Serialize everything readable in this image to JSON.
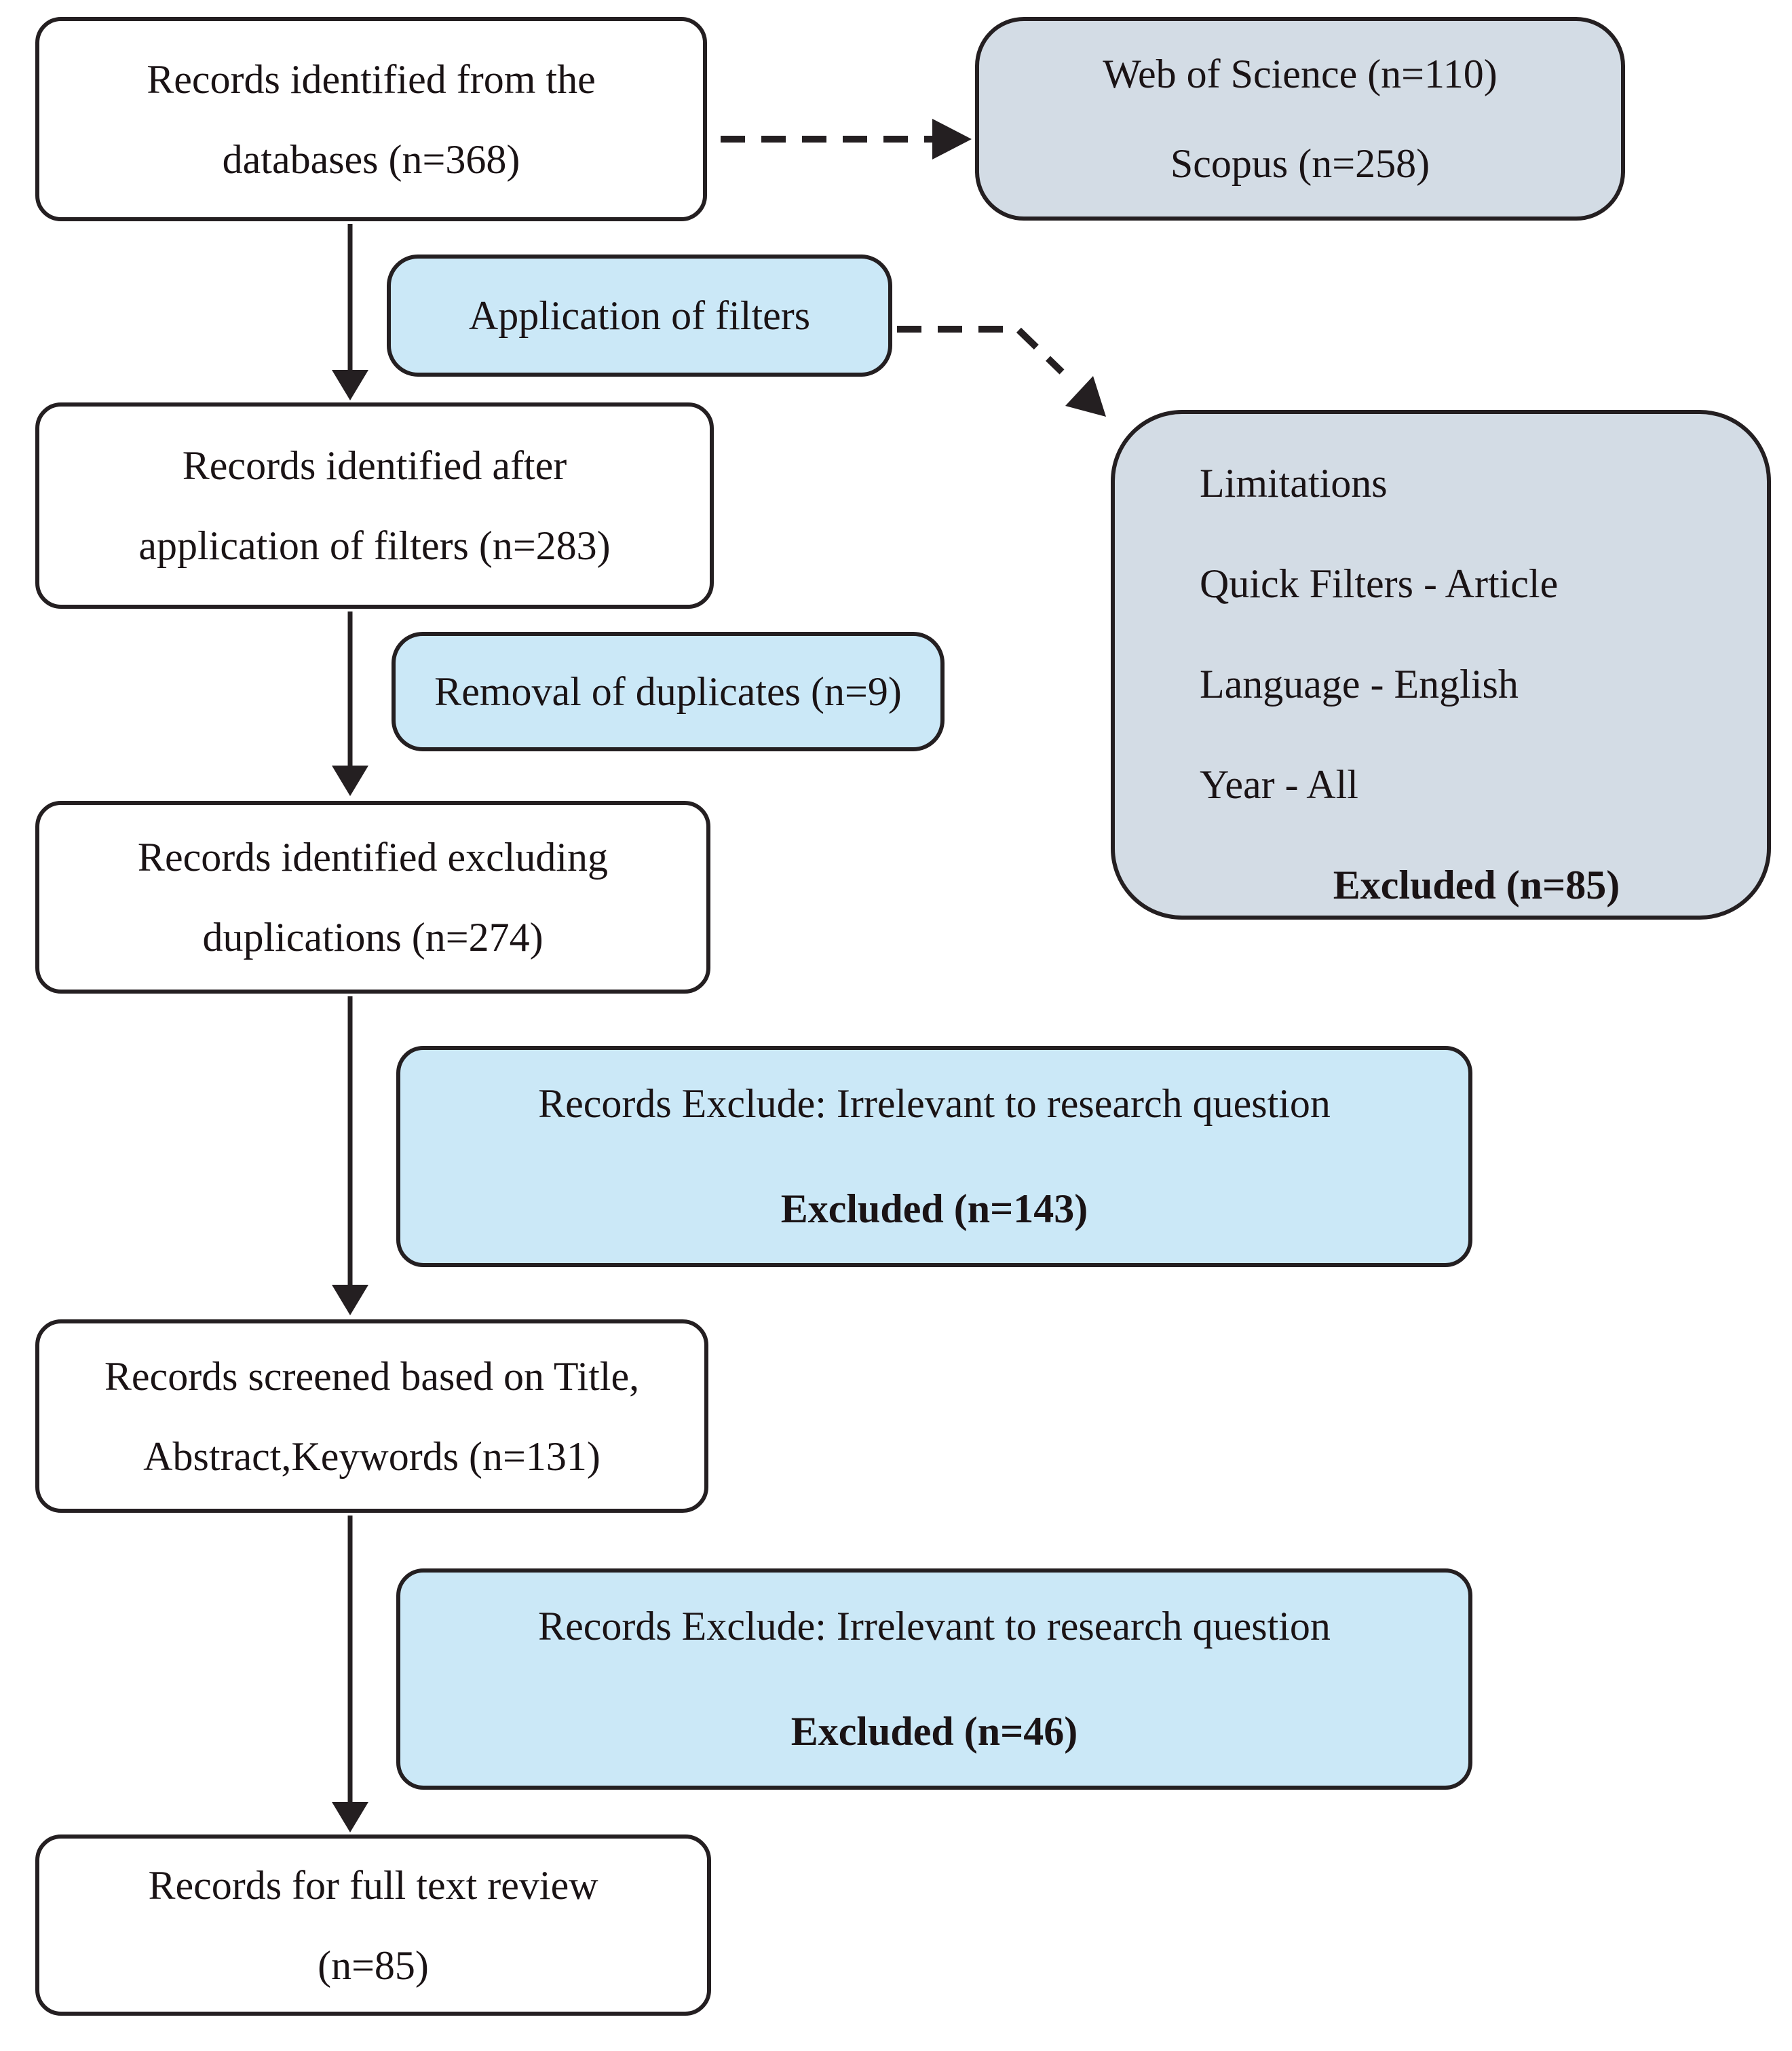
{
  "colors": {
    "border": "#241f21",
    "arrow": "#241f21",
    "white_box_bg": "#ffffff",
    "light_blue_bg": "#cbe8f7",
    "gray_blue_bg": "#d3dce5",
    "text": "#1a1315"
  },
  "main_flow": [
    {
      "id": "records-identified-databases",
      "lines": [
        "Records identified from the",
        "databases (n=368)"
      ]
    },
    {
      "id": "records-after-filters",
      "lines": [
        "Records identified after",
        "application of filters (n=283)"
      ]
    },
    {
      "id": "records-excluding-duplications",
      "lines": [
        "Records identified excluding",
        "duplications (n=274)"
      ]
    },
    {
      "id": "records-screened",
      "lines": [
        "Records screened based on Title,",
        "Abstract,Keywords (n=131)"
      ]
    },
    {
      "id": "records-full-text-review",
      "lines": [
        "Records for full text review",
        "(n=85)"
      ]
    }
  ],
  "sources_box": {
    "lines": [
      "Web of Science (n=110)",
      "Scopus (n=258)"
    ]
  },
  "process_boxes": [
    {
      "id": "application-of-filters",
      "label": "Application of filters"
    },
    {
      "id": "removal-of-duplicates",
      "label": "Removal of duplicates (n=9)"
    }
  ],
  "limitations_box": {
    "lines": [
      "Limitations",
      "Quick Filters - Article",
      "Language - English",
      "Year - All"
    ],
    "excluded_label": "Excluded (n=85)"
  },
  "exclusion_boxes": [
    {
      "id": "excluded-143",
      "reason": "Records Exclude: Irrelevant to research question",
      "excluded_label": "Excluded (n=143)"
    },
    {
      "id": "excluded-46",
      "reason": "Records Exclude: Irrelevant to research question",
      "excluded_label": "Excluded (n=46)"
    }
  ]
}
